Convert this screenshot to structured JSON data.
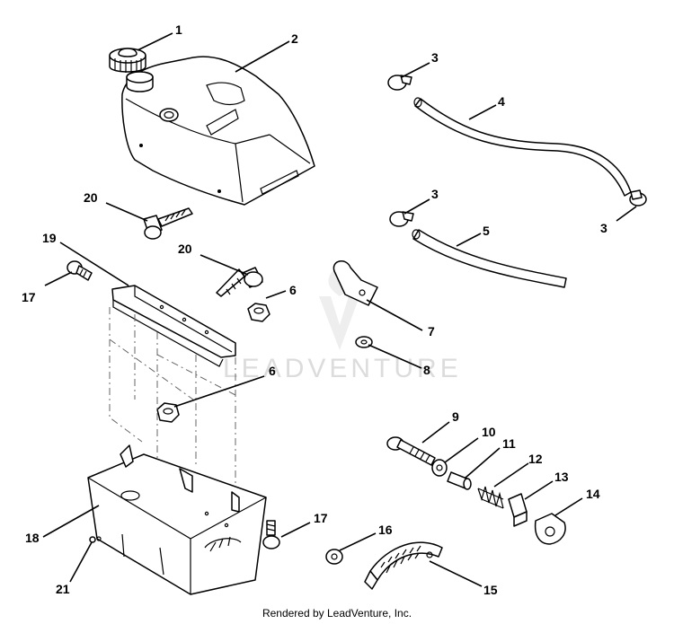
{
  "watermark": {
    "text": "LEADVENTURE"
  },
  "footer": {
    "text": "Rendered by LeadVenture, Inc."
  },
  "callouts": [
    {
      "id": "c1",
      "text": "1"
    },
    {
      "id": "c2",
      "text": "2"
    },
    {
      "id": "c3a",
      "text": "3"
    },
    {
      "id": "c4",
      "text": "4"
    },
    {
      "id": "c3b",
      "text": "3"
    },
    {
      "id": "c3c",
      "text": "3"
    },
    {
      "id": "c5",
      "text": "5"
    },
    {
      "id": "c20a",
      "text": "20"
    },
    {
      "id": "c20b",
      "text": "20"
    },
    {
      "id": "c19",
      "text": "19"
    },
    {
      "id": "c17a",
      "text": "17"
    },
    {
      "id": "c6a",
      "text": "6"
    },
    {
      "id": "c7",
      "text": "7"
    },
    {
      "id": "c8",
      "text": "8"
    },
    {
      "id": "c6b",
      "text": "6"
    },
    {
      "id": "c9",
      "text": "9"
    },
    {
      "id": "c10",
      "text": "10"
    },
    {
      "id": "c11",
      "text": "11"
    },
    {
      "id": "c12",
      "text": "12"
    },
    {
      "id": "c13",
      "text": "13"
    },
    {
      "id": "c14",
      "text": "14"
    },
    {
      "id": "c18",
      "text": "18"
    },
    {
      "id": "c17b",
      "text": "17"
    },
    {
      "id": "c16",
      "text": "16"
    },
    {
      "id": "c21",
      "text": "21"
    },
    {
      "id": "c15",
      "text": "15"
    }
  ]
}
